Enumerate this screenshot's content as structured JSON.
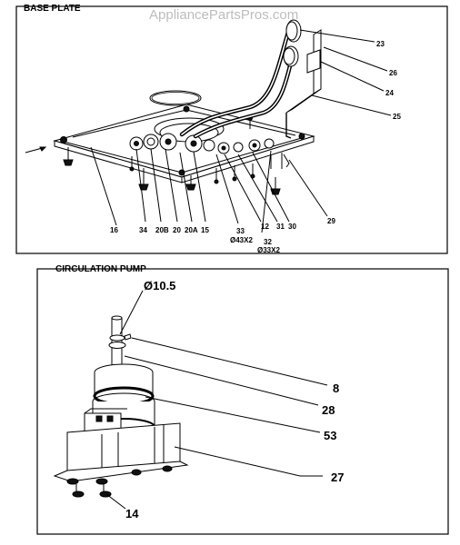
{
  "watermark": "AppliancePartsPros.com",
  "base_plate": {
    "title": "BASE PLATE",
    "callouts": {
      "c23": "23",
      "c26": "26",
      "c24": "24",
      "c25": "25",
      "c16": "16",
      "c34": "34",
      "c20b": "20B",
      "c20": "20",
      "c20a": "20A",
      "c15": "15",
      "c33": "33",
      "c33_note": "Ø43X2",
      "c32": "32",
      "c32_note": "Ø33X2",
      "c12": "12",
      "c31": "31",
      "c30": "30",
      "c29": "29"
    }
  },
  "circulation_pump": {
    "title": "CIRCULATION PUMP",
    "callouts": {
      "c_dia": "Ø10.5",
      "c8": "8",
      "c28": "28",
      "c53": "53",
      "c27": "27",
      "c14": "14"
    }
  }
}
